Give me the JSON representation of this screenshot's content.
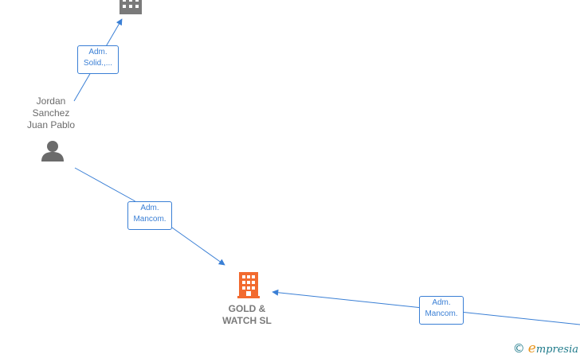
{
  "nodes": {
    "person": {
      "name_lines": [
        "Jordan",
        "Sanchez",
        "Juan Pablo"
      ],
      "icon": "person-icon",
      "color": "#6b6b6b"
    },
    "company_top": {
      "icon": "building-icon",
      "color": "#7a7a7a"
    },
    "company_main": {
      "name_lines": [
        "GOLD &",
        "WATCH  SL"
      ],
      "icon": "building-icon",
      "color": "#f26a2e"
    }
  },
  "edges": [
    {
      "id": "edge-person-to-top",
      "label_lines": [
        "Adm.",
        "Solid.,..."
      ]
    },
    {
      "id": "edge-person-to-main",
      "label_lines": [
        "Adm.",
        "Mancom."
      ]
    },
    {
      "id": "edge-right-to-main",
      "label_lines": [
        "Adm.",
        "Mancom."
      ]
    }
  ],
  "colors": {
    "edge": "#3a7fd5",
    "accent": "#f26a2e"
  },
  "brand": {
    "copyright": "©",
    "initial": "e",
    "rest": "mpresia"
  }
}
